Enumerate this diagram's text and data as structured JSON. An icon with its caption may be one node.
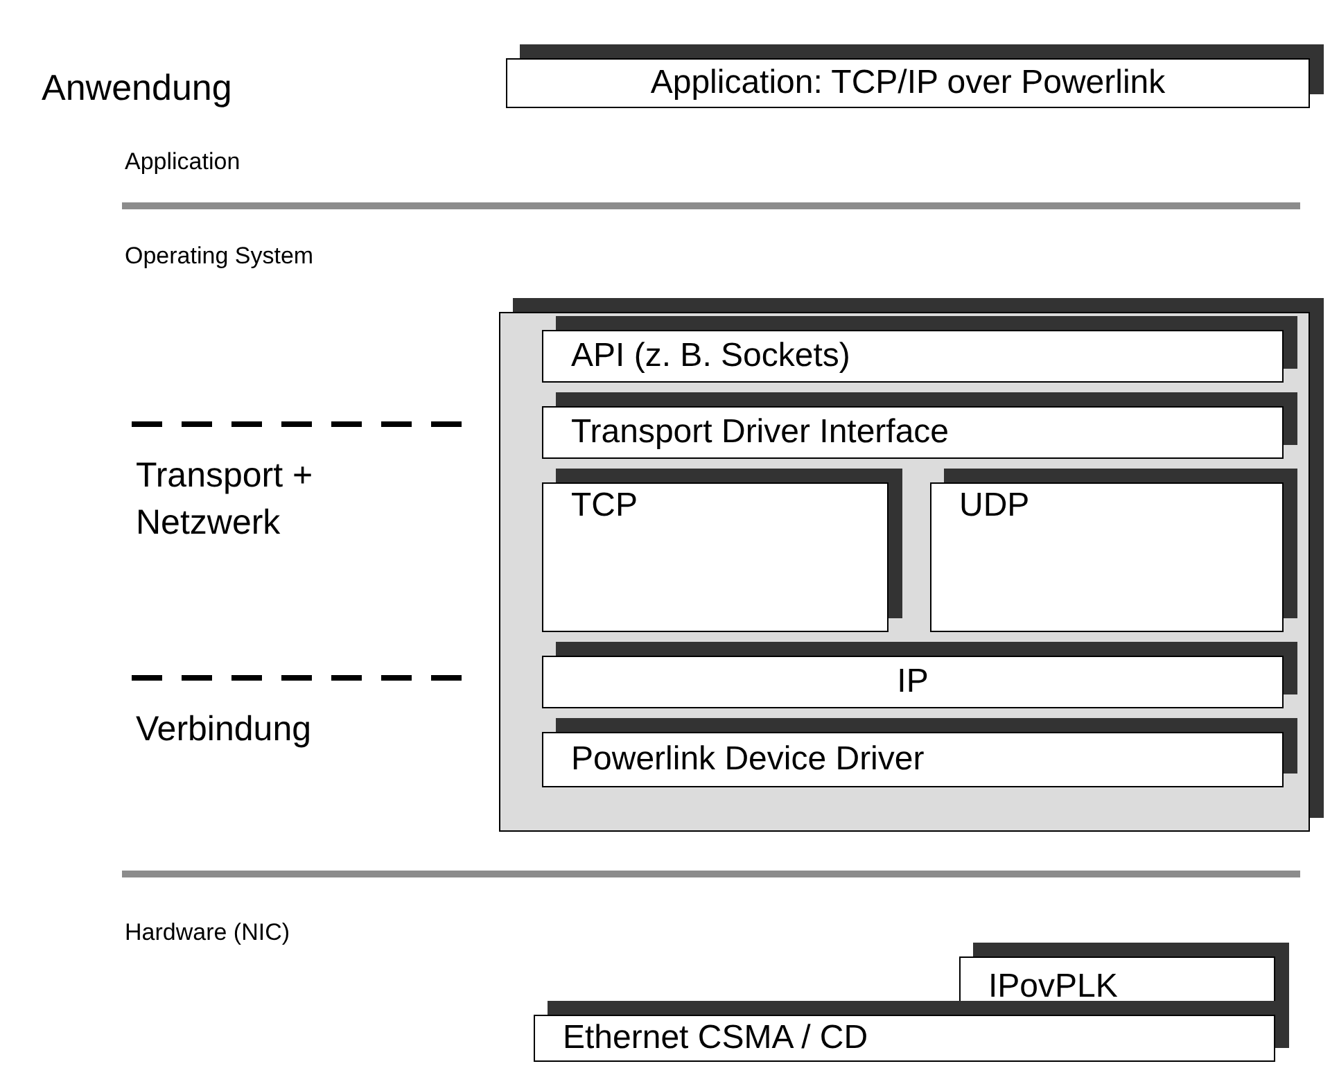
{
  "diagram": {
    "nodes": [
      {
        "text": [
          "Application: TCP/IP over Powerlink"
        ]
      },
      {
        "text": [],
        "shape": "box"
      },
      {
        "text": [
          "API (z. B. Sockets)"
        ],
        "in": 1
      },
      {
        "text": [
          "Transport Driver Interface"
        ],
        "in": 1
      },
      {
        "text": [
          "TCP"
        ],
        "in": 1
      },
      {
        "text": [
          "UDP"
        ],
        "in": 1
      },
      {
        "text": [
          "IP"
        ],
        "in": 1
      },
      {
        "text": [
          "Powerlink Device Driver"
        ],
        "in": 1
      },
      {
        "text": [
          "IPovPLK"
        ]
      },
      {
        "text": [
          "Ethernet CSMA / CD"
        ]
      }
    ],
    "labels": [
      "Anwendung",
      "Application",
      "Operating System",
      "Transport + Netzwerk",
      "Verbindung",
      "Hardware (NIC)"
    ]
  }
}
